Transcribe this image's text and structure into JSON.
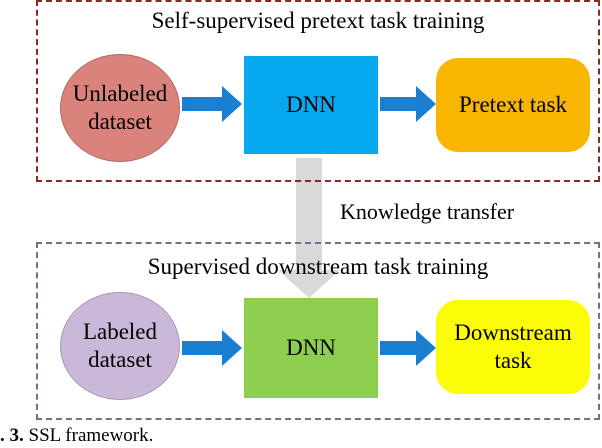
{
  "top_panel": {
    "title": "Self-supervised pretext task training",
    "input_label": "Unlabeled\ndataset",
    "model_label": "DNN",
    "output_label": "Pretext task"
  },
  "transfer_label": "Knowledge transfer",
  "bottom_panel": {
    "title": "Supervised downstream task training",
    "input_label": "Labeled\ndataset",
    "model_label": "DNN",
    "output_label": "Downstream\ntask"
  },
  "caption": {
    "prefix": ". 3.",
    "text": " SSL framework."
  },
  "colors": {
    "unlabeled_fill": "#d9837c",
    "labeled_fill": "#c9b8d8",
    "dnn_top_fill": "#06a9f0",
    "dnn_bottom_fill": "#8ece4e",
    "pretext_fill": "#f8b603",
    "downstream_fill": "#fcfc06",
    "arrow_fill": "#1a7fd1",
    "transfer_arrow_fill": "#d9d9d9",
    "top_border": "#8b2a22",
    "bottom_border": "#7b6a92"
  }
}
